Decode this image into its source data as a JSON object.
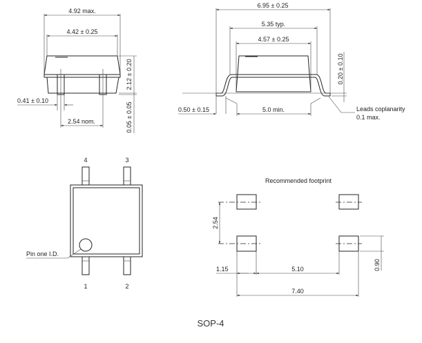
{
  "front_view": {
    "overall_width": "4.92 max.",
    "body_width": "4.42 ± 0.25",
    "height": "2.12 ± 0.20",
    "standoff": "0.05 ± 0.05",
    "lead_width": "0.41 ± 0.10",
    "pitch": "2.54 nom."
  },
  "side_view": {
    "overall_span": "6.95 ± 0.25",
    "lead_span": "5.35 typ.",
    "body_width": "4.57 ± 0.25",
    "lead_thickness": "0.20 ± 0.10",
    "lead_length": "0.50 ± 0.15",
    "inner_span": "5.0 min.",
    "coplanarity_line1": "Leads coplanarity",
    "coplanarity_line2": "0.1 max."
  },
  "top_view": {
    "pins": [
      "1",
      "2",
      "3",
      "4"
    ],
    "pin_one_label": "Pin one I.D."
  },
  "footprint": {
    "title": "Recommended footprint",
    "pitch": "2.54",
    "pad_length": "1.15",
    "inner_gap": "5.10",
    "outer_span": "7.40",
    "pad_width": "0.90"
  },
  "caption": "SOP-4"
}
